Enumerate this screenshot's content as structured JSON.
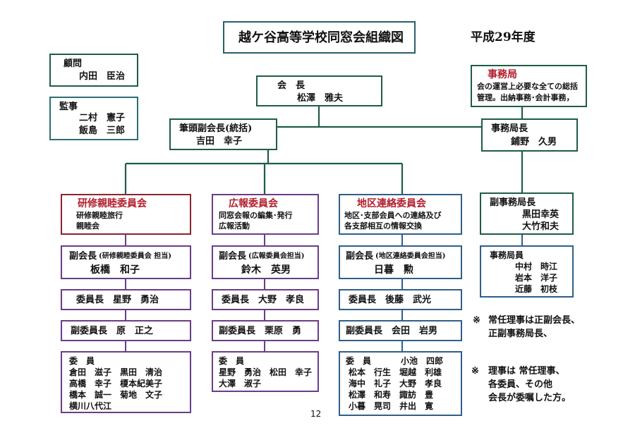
{
  "title": "越ケ谷高等学校同窓会組織図",
  "year": "平成29年度",
  "page_number": "12",
  "advisor": {
    "label": "顧問",
    "name": "内田　臣治"
  },
  "auditor": {
    "label": "監事",
    "names": [
      "二村　憲子",
      "飯島　三郎"
    ]
  },
  "president": {
    "label": "会　長",
    "name": "松澤　雅夫"
  },
  "secretariat": {
    "label": "事務局",
    "desc": [
      "会の運営上必要な全ての総括",
      "管理。出納事務･会計事務，"
    ]
  },
  "senior_vp": {
    "label": "筆頭副会長(統括)",
    "name": "吉田　幸子"
  },
  "secretariat_head": {
    "label": "事務局長",
    "name": "鋪野　久男"
  },
  "committees": [
    {
      "title": "研修親睦委員会",
      "desc": [
        "研修親睦旅行",
        "親睦会"
      ],
      "vp_label": "副会長",
      "vp_note": "(研修親睦委員会 担当)",
      "vp_name": "板橋　和子",
      "chair": "委員長　星野　勇治",
      "vice_chair": "副委員長　原　正之",
      "members_label": "委　員",
      "members": [
        "倉田　滋子　黒田　清治",
        "高橋　幸子　榎本紀美子",
        "橋本　誠一　菊地　文子",
        "横川八代江"
      ]
    },
    {
      "title": "広報委員会",
      "desc": [
        "同窓会報の編集･発行",
        "広報活動"
      ],
      "vp_label": "副会長",
      "vp_note": "(広報委員会担当)",
      "vp_name": "鈴木　英男",
      "chair": "委員長　大野　孝良",
      "vice_chair": "副委員長　栗原　勇",
      "members_label": "委　員",
      "members": [
        "星野　勇治　松田　幸子",
        "大澤　淑子"
      ]
    },
    {
      "title": "地区連絡委員会",
      "desc": [
        "地区･支部会員への連絡及び",
        "各支部相互の情報交換"
      ],
      "vp_label": "副会長",
      "vp_note": "(地区連絡委員会担当)",
      "vp_name": "日暮　勲",
      "chair": "委員長　後藤　武光",
      "vice_chair": "副委員長　会田　岩男",
      "members_label": "委　員",
      "members_head": "小池　四郎",
      "members": [
        "松本　行生　堀越　利雄",
        "海中　礼子　大野　孝良",
        "松澤　和寿　諏訪　豊",
        "小暮　晃司　井出　寛"
      ]
    }
  ],
  "deputy_secretariat": {
    "label": "副事務局長",
    "names": [
      "黒田幸英",
      "大竹和夫"
    ]
  },
  "staff": {
    "label": "事務局員",
    "names": [
      "中村　時江",
      "岩本　洋子",
      "近藤　初枝"
    ]
  },
  "notes": [
    {
      "mark": "※",
      "text": "常任理事は正副会長、\n正副事務局長、"
    },
    {
      "mark": "※",
      "text": "理事は 常任理事、\n各委員、その他\n会長が委嘱した方。"
    }
  ]
}
